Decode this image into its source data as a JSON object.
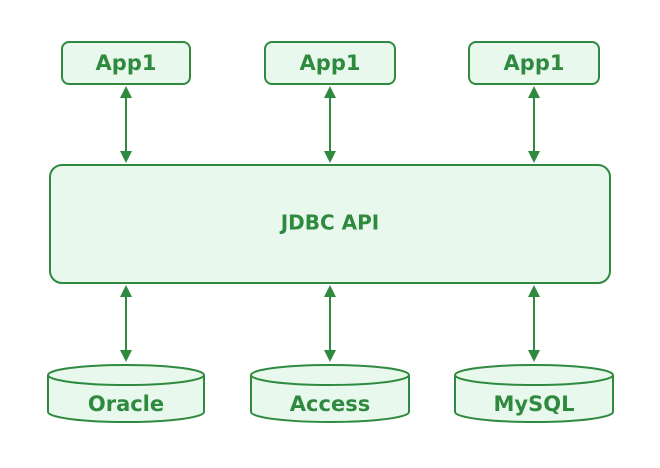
{
  "apps": [
    {
      "label": "App1"
    },
    {
      "label": "App1"
    },
    {
      "label": "App1"
    }
  ],
  "api": {
    "label": "JDBC API"
  },
  "databases": [
    {
      "label": "Oracle"
    },
    {
      "label": "Access"
    },
    {
      "label": "MySQL"
    }
  ],
  "colors": {
    "stroke": "#2f8a3f",
    "fill": "#e8f8ec",
    "text": "#2f8a3f"
  }
}
